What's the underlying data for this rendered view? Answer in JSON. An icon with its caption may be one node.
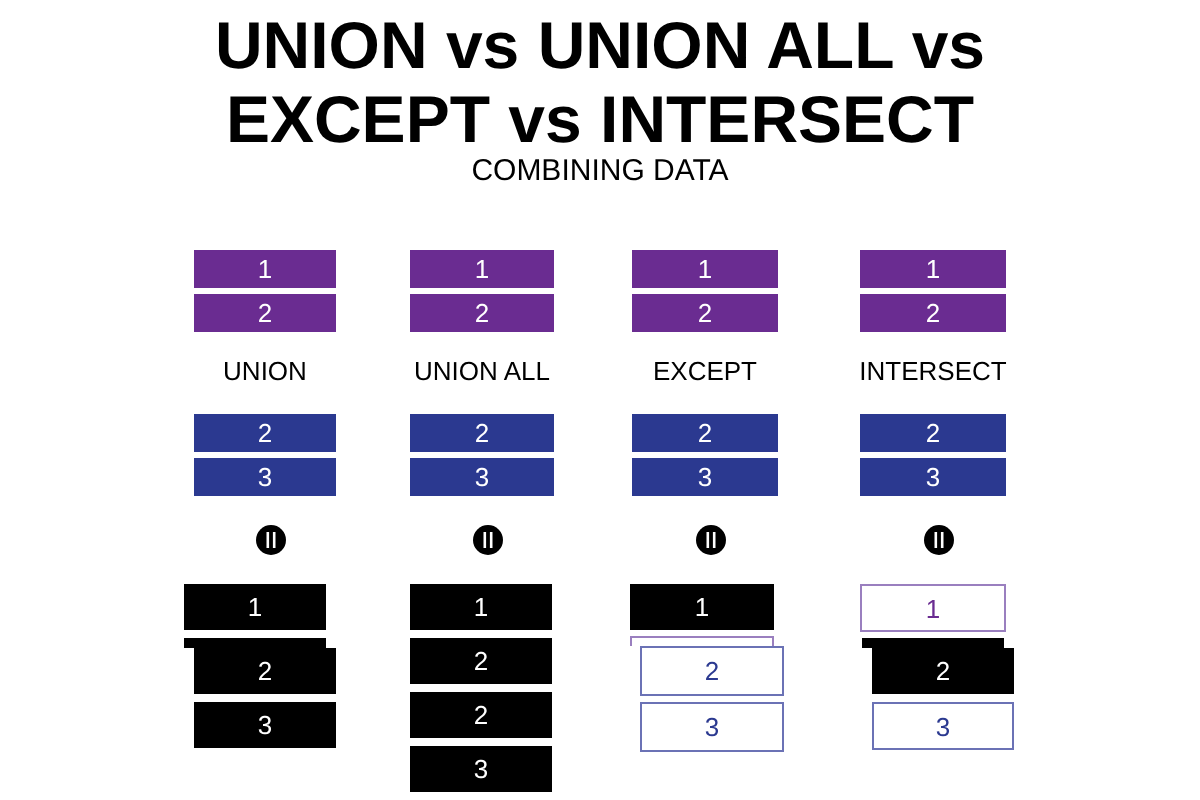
{
  "diagram": {
    "title": "UNION vs UNION ALL vs EXCEPT vs INTERSECT",
    "nodes": [
      {
        "text": [
          "1"
        ]
      },
      {
        "text": [
          "2"
        ]
      },
      {
        "text": [
          "2"
        ]
      },
      {
        "text": [
          "3"
        ]
      },
      {
        "text": [
          "1"
        ]
      },
      {
        "text": [],
        "shape": "box"
      },
      {
        "text": [
          "2"
        ]
      },
      {
        "text": [
          "3"
        ]
      },
      {
        "text": [
          "1"
        ]
      },
      {
        "text": [
          "2"
        ]
      },
      {
        "text": [
          "2"
        ]
      },
      {
        "text": [
          "3"
        ]
      },
      {
        "text": [
          "1"
        ]
      },
      {
        "text": [
          "2"
        ]
      },
      {
        "text": [
          "2"
        ]
      },
      {
        "text": [
          "3"
        ]
      },
      {
        "text": [
          "1"
        ]
      },
      {
        "text": [
          "2"
        ]
      },
      {
        "text": [
          "2"
        ]
      },
      {
        "text": [
          "3"
        ]
      },
      {
        "text": [
          "1"
        ]
      },
      {
        "text": [],
        "shape": "box"
      },
      {
        "text": [
          "2"
        ]
      },
      {
        "text": [
          "3"
        ]
      },
      {
        "text": [
          "1"
        ]
      },
      {
        "text": [
          "2"
        ]
      },
      {
        "text": [
          "2"
        ]
      },
      {
        "text": [
          "3"
        ]
      },
      {
        "text": [
          "1"
        ]
      },
      {
        "text": [],
        "shape": "box"
      },
      {
        "text": [
          "2"
        ]
      },
      {
        "text": [
          "3"
        ]
      }
    ],
    "labels": [
      "COMBINING DATA",
      "UNION",
      "UNION ALL",
      "EXCEPT",
      "INTERSECT"
    ]
  }
}
